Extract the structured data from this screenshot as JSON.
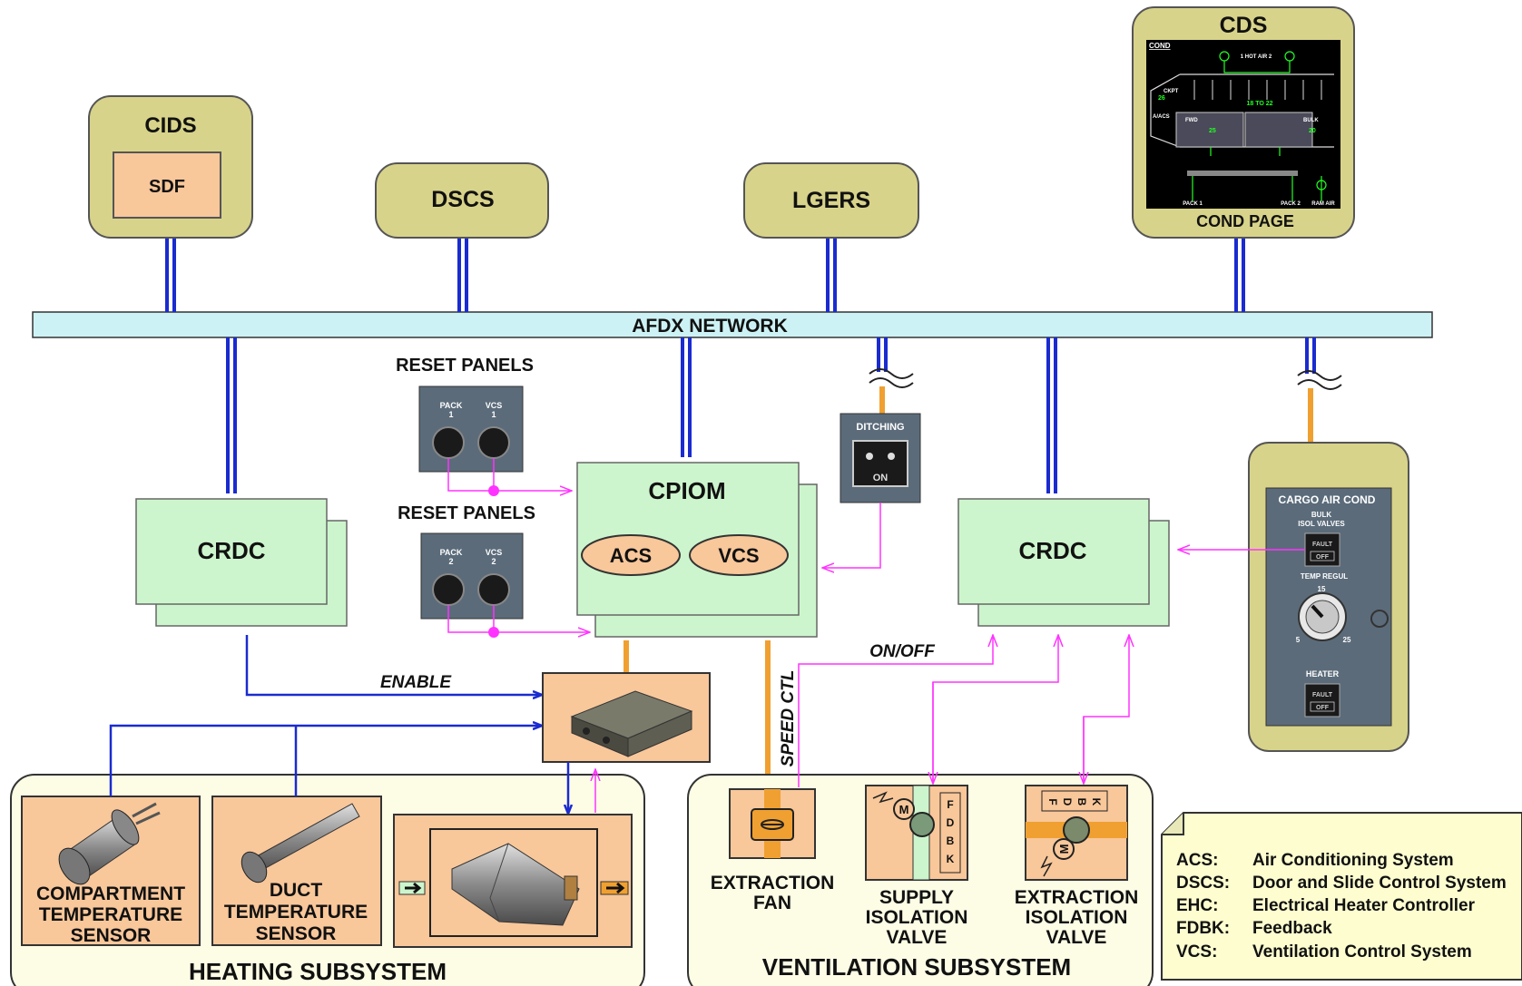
{
  "boxes": {
    "cids": "CIDS",
    "sdf": "SDF",
    "dscs": "DSCS",
    "lgers": "LGERS",
    "cds": "CDS",
    "cond_page": "COND PAGE",
    "crdc": "CRDC",
    "cpiom": "CPIOM",
    "acs": "ACS",
    "vcs": "VCS"
  },
  "network": {
    "label": "AFDX NETWORK"
  },
  "reset_panels": {
    "title": "RESET PANELS",
    "panel1": {
      "left_top": "PACK",
      "left_num": "1",
      "right_top": "VCS",
      "right_num": "1"
    },
    "panel2": {
      "left_top": "PACK",
      "left_num": "2",
      "right_top": "VCS",
      "right_num": "2"
    }
  },
  "ditching": {
    "title": "DITCHING",
    "on": "ON"
  },
  "cargo_panel": {
    "title": "CARGO AIR COND",
    "bulk_line1": "BULK",
    "bulk_line2": "ISOL VALVES",
    "fault": "FAULT",
    "off": "OFF",
    "temp_regul": "TEMP REGUL",
    "scale_top": "15",
    "scale_left": "5",
    "scale_right": "25",
    "heater": "HEATER"
  },
  "signals": {
    "enable": "ENABLE",
    "on_off": "ON/OFF",
    "speed_ctl": "SPEED CTL"
  },
  "heating": {
    "title": "HEATING SUBSYSTEM",
    "compartment_sensor": [
      "COMPARTMENT",
      "TEMPERATURE",
      "SENSOR"
    ],
    "duct_sensor": [
      "DUCT",
      "TEMPERATURE",
      "SENSOR"
    ]
  },
  "ventilation": {
    "title": "VENTILATION SUBSYSTEM",
    "extraction_fan": [
      "EXTRACTION",
      "FAN"
    ],
    "supply_valve": [
      "SUPPLY",
      "ISOLATION",
      "VALVE"
    ],
    "extraction_valve": [
      "EXTRACTION",
      "ISOLATION",
      "VALVE"
    ],
    "fdbk_letters": [
      "F",
      "D",
      "B",
      "K"
    ],
    "motor": "M"
  },
  "cds_screen": {
    "tab": "COND",
    "hot_air": "1 HOT AIR 2",
    "ckpt": "CKPT",
    "ckpt_val": "26",
    "cabin": "A/ACS",
    "cabin_val": "18 TO 22",
    "fwd": "FWD",
    "fwd_val": "25",
    "bulk": "BULK",
    "bulk_val": "20",
    "pack1": "PACK 1",
    "pack2": "PACK 2",
    "ram_air": "RAM AIR"
  },
  "legend": [
    {
      "abbr": "ACS:",
      "meaning": "Air Conditioning System"
    },
    {
      "abbr": "DSCS:",
      "meaning": "Door and Slide Control System"
    },
    {
      "abbr": "EHC:",
      "meaning": "Electrical Heater Controller"
    },
    {
      "abbr": "FDBK:",
      "meaning": "Feedback"
    },
    {
      "abbr": "VCS:",
      "meaning": "Ventilation Control System"
    }
  ],
  "colors": {
    "olive": "#d8d38a",
    "salmon": "#f8c79a",
    "mint": "#cdf5cd",
    "cream": "#fdfde6",
    "network": "#cdf2f5",
    "bus_blue": "#1a2bd0",
    "magenta": "#ff33ff",
    "orange": "#f0a030",
    "panel_gray": "#5b6b7a"
  }
}
